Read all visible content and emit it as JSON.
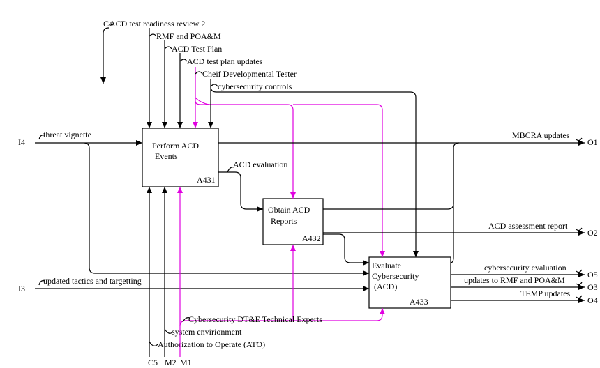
{
  "colors": {
    "line": "#000000",
    "mechanism": "#e000e0",
    "background": "#ffffff"
  },
  "activities": [
    {
      "title_line1": "Perform ACD",
      "title_line2": "Events",
      "node": "A431"
    },
    {
      "title_line1": "Obtain ACD",
      "title_line2": "Reports",
      "node": "A432"
    },
    {
      "title_line1": "Evaluate",
      "title_line2": "Cybersecurity",
      "title_line3": "(ACD)",
      "node": "A433"
    }
  ],
  "controls": {
    "c4": "C4",
    "acd_test_readiness": "ACD test readiness review 2",
    "rmf_poam": "RMF and POA&M",
    "acd_test_plan": "ACD Test Plan",
    "acd_test_plan_updates": "ACD test plan updates",
    "chief_dev_tester": "Cheif Developmental Tester",
    "cybersecurity_controls": "cybersecurity controls"
  },
  "inputs": {
    "i4_code": "I4",
    "threat_vignette": "threat vignette",
    "i3_code": "I3",
    "updated_tactics": "updated tactics and targetting"
  },
  "internal": {
    "acd_evaluation": "ACD evaluation"
  },
  "outputs": {
    "mbcra": "MBCRA updates",
    "o1": "O1",
    "acd_assessment": "ACD assessment report",
    "o2": "O2",
    "cyber_eval": "cybersecurity evaluation",
    "o5": "O5",
    "rmf_updates": "updates to RMF and POA&M",
    "o3": "O3",
    "temp_updates": "TEMP updates",
    "o4": "O4"
  },
  "mechanisms": {
    "dte_experts": "Cybersecurity DT&E Technical Experts",
    "system_env": "system envirionment",
    "ato": "Authorization to Operate (ATO)"
  },
  "bottom_codes": {
    "c5": "C5",
    "m2": "M2",
    "m1": "M1"
  }
}
